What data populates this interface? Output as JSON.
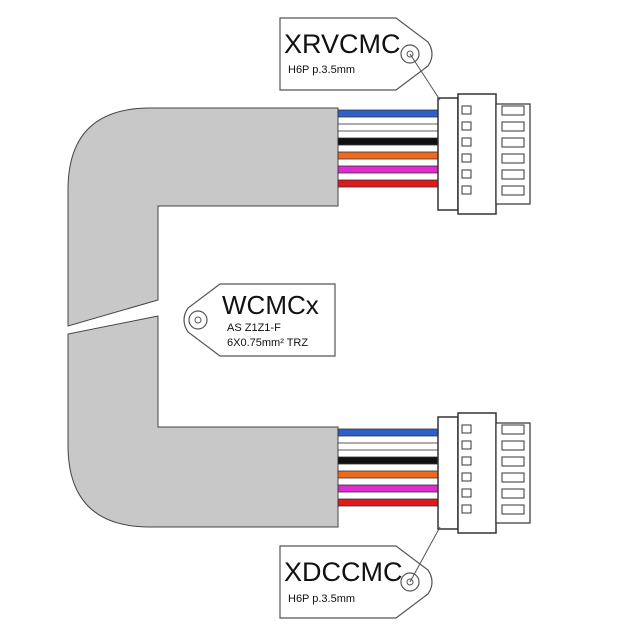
{
  "top_tag": {
    "name": "XRVCMC",
    "spec": "H6P p.3.5mm"
  },
  "cable_tag": {
    "name": "WCMCx",
    "line1": "AS Z1Z1-F",
    "line2": "6X0.75mm² TRZ"
  },
  "bottom_tag": {
    "name": "XDCCMC",
    "spec": "H6P p.3.5mm"
  },
  "colors": {
    "cable_jacket": "#c8c8c8",
    "outline": "#333333"
  },
  "wires": [
    {
      "color": "blue",
      "hex": "#2f5fc8"
    },
    {
      "color": "white",
      "hex": "#ffffff"
    },
    {
      "color": "black",
      "hex": "#111111"
    },
    {
      "color": "orange",
      "hex": "#ef6a1e"
    },
    {
      "color": "magenta",
      "hex": "#e02ad2"
    },
    {
      "color": "red",
      "hex": "#e01a1a"
    }
  ]
}
